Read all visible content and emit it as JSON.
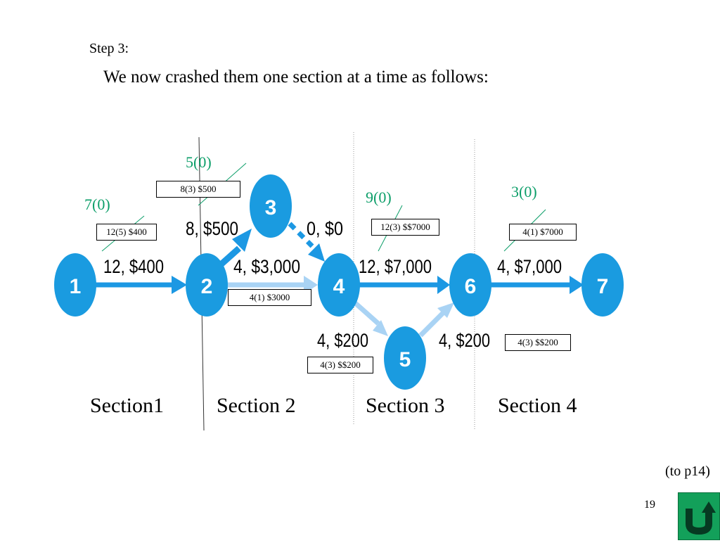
{
  "step": "Step 3:",
  "intro": "We now crashed them one section at a time as follows:",
  "nodes": [
    "1",
    "2",
    "3",
    "4",
    "5",
    "6",
    "7"
  ],
  "activity_labels": {
    "a12": "12, $400",
    "a23": "8, $500",
    "a24": "4, $3,000",
    "a34": "0, $0",
    "a46": "12, $7,000",
    "a45": "4, $200",
    "a56": "4, $200",
    "a67": "4, $7,000"
  },
  "boxes": {
    "b12": "12(5) $400",
    "b23": "8(3) $500",
    "b24": "4(1) $3000",
    "b46": "12(3) $$7000",
    "b45": "4(3) $$200",
    "b56": "4(3) $$200",
    "b67": "4(1)  $7000"
  },
  "crossed": {
    "c12": "7(0)",
    "c23": "5(0)",
    "c46": "9(0)",
    "c67": "3(0)"
  },
  "sections": [
    "Section1",
    "Section 2",
    "Section 3",
    "Section 4"
  ],
  "link_label": "(to p14)",
  "page_number": "19",
  "colors": {
    "node": "#1a9be0",
    "arrow": "#1c98e3",
    "light_arrow": "#a9d3f4",
    "crash_green": "#0c9e69"
  },
  "icons": [
    "u-turn-return-icon"
  ]
}
